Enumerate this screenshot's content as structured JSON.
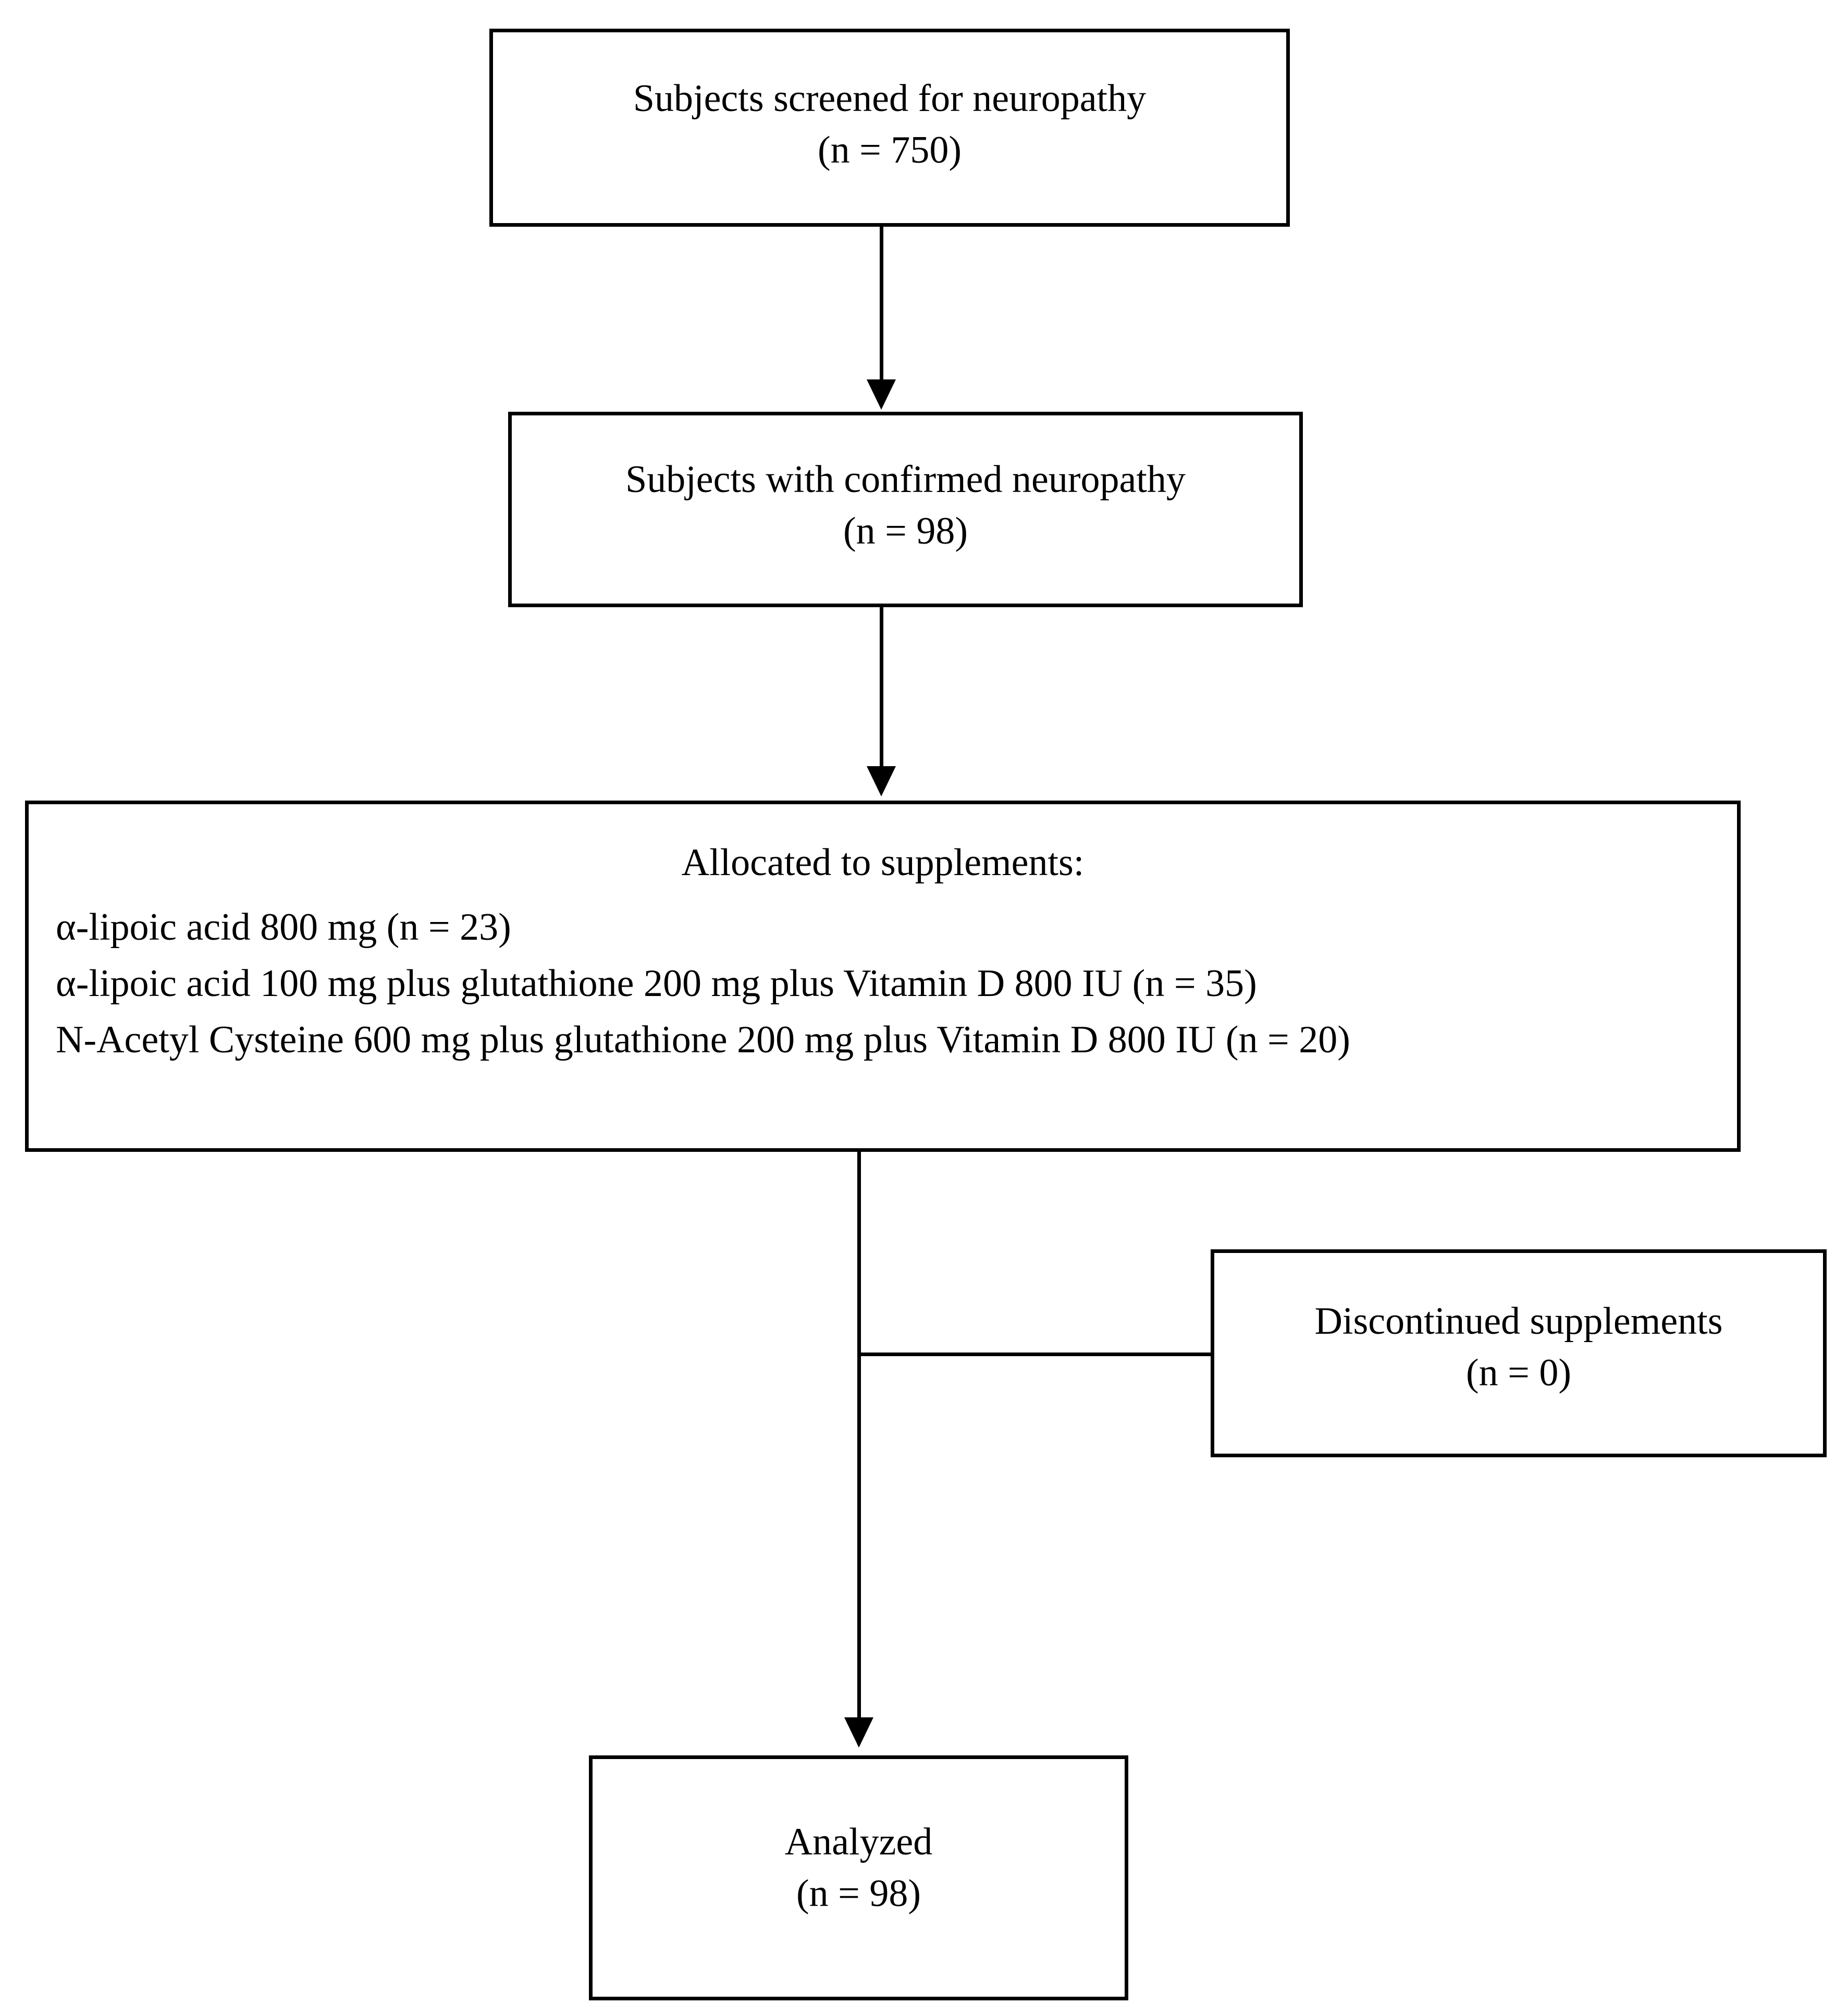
{
  "diagram": {
    "type": "consort-flow-diagram",
    "title": "Study participant flow",
    "line_color": "#000000",
    "background_color": "#ffffff"
  },
  "nodes": {
    "screened": {
      "line1": "Subjects screened for neuropathy",
      "line2": "(n = 750)",
      "n": 750
    },
    "confirmed": {
      "line1": "Subjects with confirmed neuropathy",
      "line2": "(n = 98)",
      "n": 98
    },
    "allocated": {
      "title": "Allocated to supplements:",
      "arms": [
        {
          "label": "α-lipoic acid 800 mg (n = 23)",
          "n": 23
        },
        {
          "label": "α-lipoic acid 100 mg plus glutathione 200 mg plus Vitamin D 800 IU (n = 35)",
          "n": 35
        },
        {
          "label": "N-Acetyl Cysteine 600 mg plus glutathione 200 mg plus Vitamin D 800 IU (n = 20)",
          "n": 20
        }
      ]
    },
    "discontinued": {
      "line1": "Discontinued supplements",
      "line2": "(n = 0)",
      "n": 0
    },
    "analyzed": {
      "line1": "Analyzed",
      "line2": "(n = 98)",
      "n": 98
    }
  },
  "connectors": [
    {
      "name": "screened-to-confirmed",
      "kind": "arrow-down"
    },
    {
      "name": "confirmed-to-allocated",
      "kind": "arrow-down"
    },
    {
      "name": "allocated-to-analyzed",
      "kind": "arrow-down"
    },
    {
      "name": "allocated-to-discontinued",
      "kind": "branch-right"
    }
  ]
}
